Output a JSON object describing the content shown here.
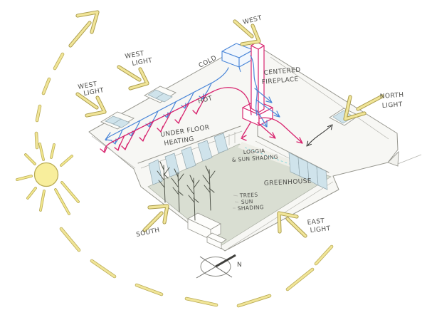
{
  "diagram": {
    "kind": "hand-drawn axonometric passive-design sketch of a courtyard house",
    "compass": {
      "north": "N"
    }
  },
  "colors": {
    "arrow_yellow": "#f1e598",
    "sun_yellow": "#f8ee9c",
    "cold_blue": "#4a86d8",
    "hot_pink": "#d8256f",
    "courtyard_green": "#d9ded2",
    "glass_blue": "#cfe3eb",
    "pencil_gray": "#97978f",
    "ink": "#4c4c49"
  },
  "labels": {
    "west": "WEST",
    "west_light_upper": {
      "l1": "WEST",
      "l2": "LIGHT"
    },
    "west_light_lower": {
      "l1": "WEST",
      "l2": "LIGHT"
    },
    "north_light": {
      "l1": "NORTH",
      "l2": "LIGHT"
    },
    "east_light": {
      "l1": "EAST",
      "l2": "LIGHT"
    },
    "south": "SOUTH",
    "cold": "COLD",
    "hot": "HOT",
    "centered_fireplace": {
      "l1": "CENTERED",
      "l2": "FIREPLACE"
    },
    "under_floor_heating": {
      "l1": "UNDER FLOOR",
      "l2": "HEATING"
    },
    "loggia": {
      "l1": "LOGGIA",
      "l2": "& SUN SHADING"
    },
    "greenhouse": "GREENHOUSE",
    "trees_sun_shading": {
      "l1": "TREES",
      "l2": "SUN",
      "l3": "SHADING"
    },
    "compass_north": "N"
  }
}
